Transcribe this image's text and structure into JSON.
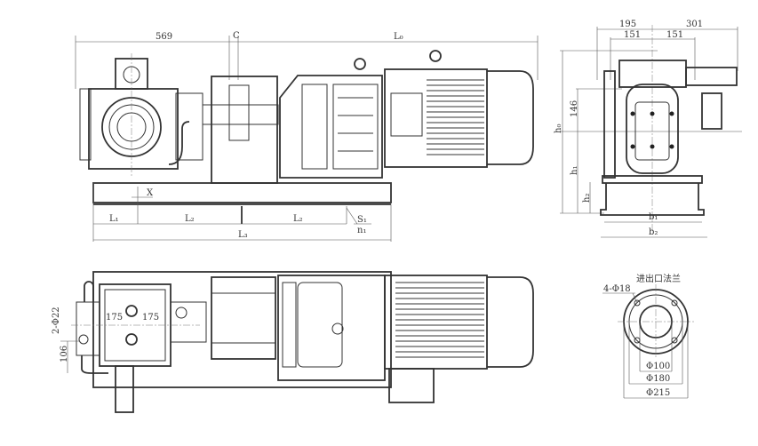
{
  "front_view": {
    "dim_569": "569",
    "dim_c": "C",
    "dim_lo": "L₀",
    "dim_x": "X",
    "dim_l1": "L₁",
    "dim_l2_left": "L₂",
    "dim_l2_right": "L₂",
    "dim_l3": "L₃",
    "dim_s1": "S₁",
    "dim_n1": "n₁"
  },
  "side_view": {
    "dim_195": "195",
    "dim_301": "301",
    "dim_151_left": "151",
    "dim_151_right": "151",
    "dim_146": "146",
    "dim_h0": "h₀",
    "dim_h1": "h₁",
    "dim_h2": "h₂",
    "dim_b1": "b₁",
    "dim_b2": "b₂"
  },
  "top_view": {
    "dim_175_left": "175",
    "dim_175_right": "175",
    "dim_2phi22": "2-Φ22",
    "dim_106": "106"
  },
  "flange_view": {
    "title": "进出口法兰",
    "dim_holes": "4-Φ18",
    "dim_phi100": "Φ100",
    "dim_phi180": "Φ180",
    "dim_phi215": "Φ215"
  }
}
